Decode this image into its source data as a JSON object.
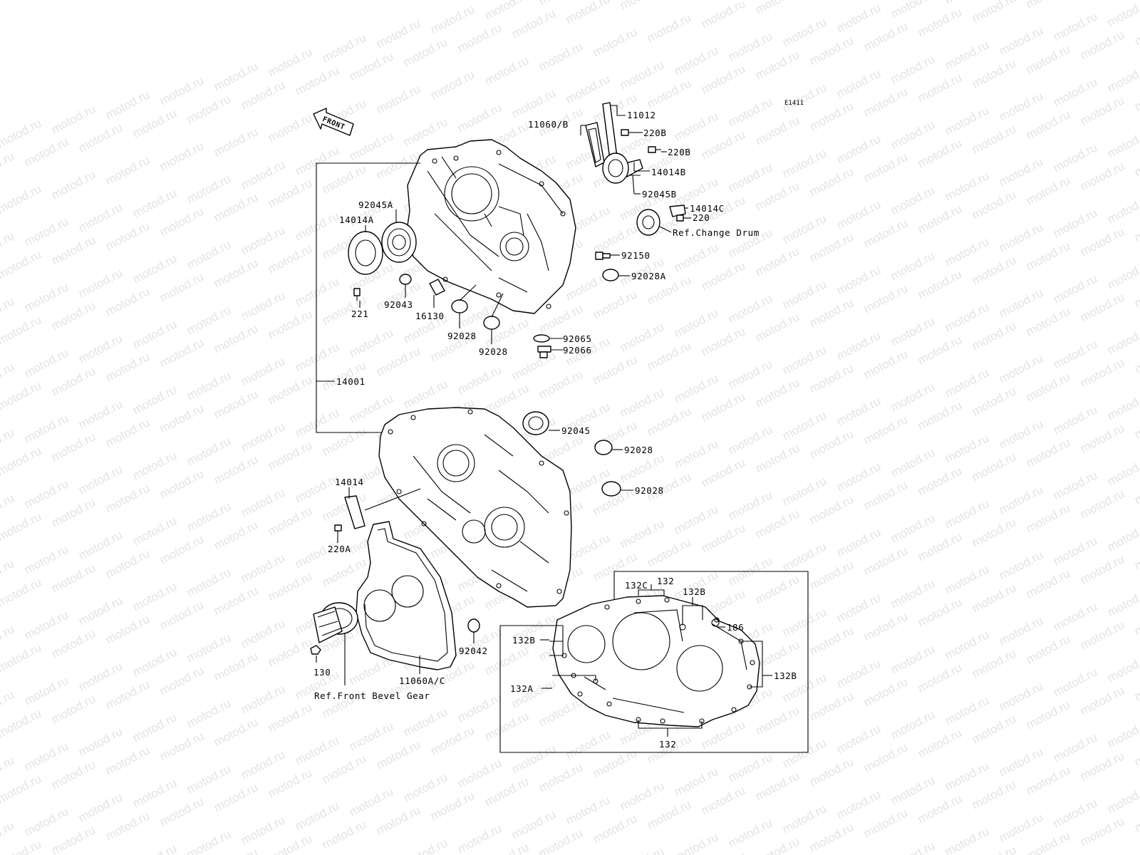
{
  "diagram_code": "E1411",
  "front_arrow_text": "FRONT",
  "watermark_text": "motod.ru",
  "labels": {
    "p11060B": "11060/B",
    "p11012": "11012",
    "p220B_1": "220B",
    "p220B_2": "220B",
    "p14014B": "14014B",
    "p92045B": "92045B",
    "p14014C": "14014C",
    "p220": "220",
    "ref_change_drum": "Ref.Change Drum",
    "p92150": "92150",
    "p92028A": "92028A",
    "p92045A": "92045A",
    "p14014A": "14014A",
    "p221": "221",
    "p92043": "92043",
    "p16130": "16130",
    "p92028_1": "92028",
    "p92028_2": "92028",
    "p92065": "92065",
    "p92066": "92066",
    "p14001": "14001",
    "p92045": "92045",
    "p92028_3": "92028",
    "p92028_4": "92028",
    "p14014": "14014",
    "p220A": "220A",
    "p92042": "92042",
    "p130": "130",
    "p11060AC": "11060A/C",
    "ref_front_bevel_gear": "Ref.Front Bevel Gear",
    "p132C": "132C",
    "p132_top": "132",
    "p132B_top": "132B",
    "p186": "186",
    "p132B_left": "132B",
    "p132A": "132A",
    "p132B_right": "132B",
    "p132_bottom": "132"
  }
}
